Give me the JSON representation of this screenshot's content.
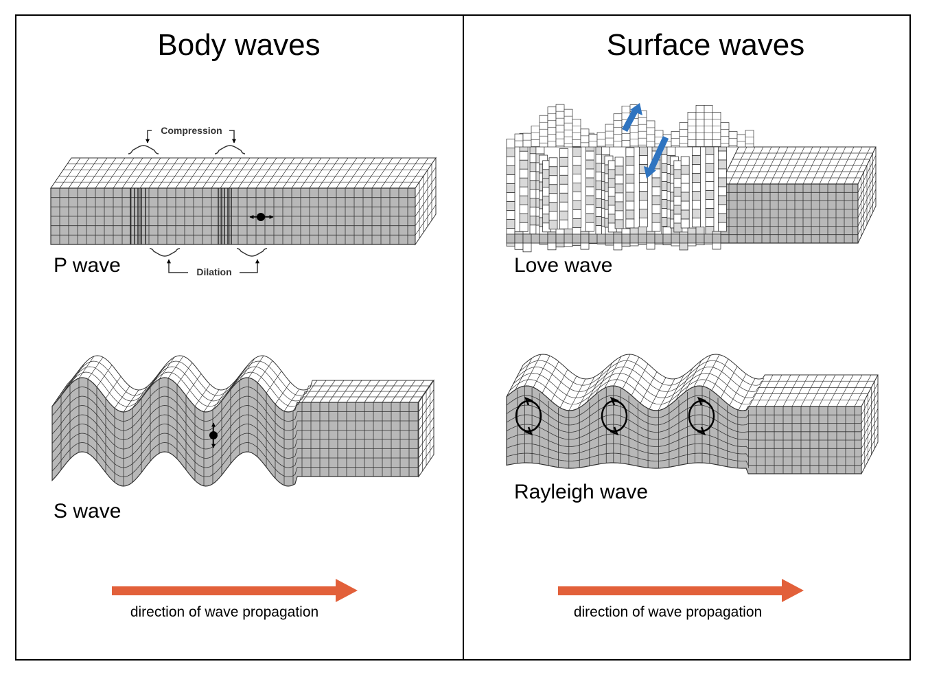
{
  "panels": {
    "body": {
      "title": "Body waves",
      "p_wave": {
        "label": "P wave",
        "compression": "Compression",
        "dilation": "Dilation"
      },
      "s_wave": {
        "label": "S wave"
      },
      "direction": "direction of wave propagation"
    },
    "surface": {
      "title": "Surface waves",
      "love_wave": {
        "label": "Love wave"
      },
      "rayleigh_wave": {
        "label": "Rayleigh wave"
      },
      "direction": "direction of wave propagation"
    }
  },
  "colors": {
    "border": "#000000",
    "block_fill": "#b8b8b8",
    "top_fill": "#ffffff",
    "grid_line": "#333333",
    "arrow": "#e2603a",
    "love_arrow": "#2f74c0"
  },
  "icons": [
    "propagation-arrow-icon",
    "particle-motion-icon",
    "rotation-icon",
    "motion-arrow-icon"
  ]
}
